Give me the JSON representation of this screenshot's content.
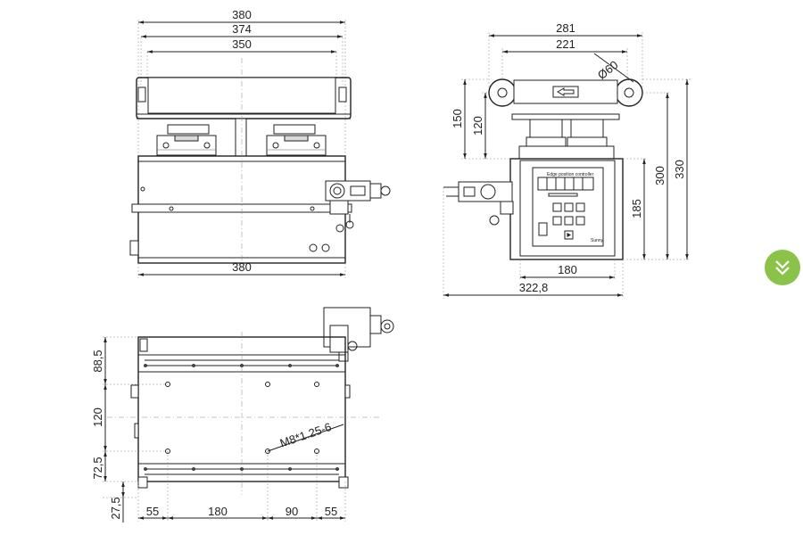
{
  "front_view": {
    "dim_top_overall": "380",
    "dim_top_inner": "374",
    "dim_top_roller": "350",
    "dim_bottom": "380"
  },
  "side_view": {
    "dim_top_overall": "281",
    "dim_top_inner": "221",
    "dim_diameter": "Ø60",
    "dim_height_150": "150",
    "dim_height_120": "120",
    "dim_height_185": "185",
    "dim_height_300": "300",
    "dim_height_330": "330",
    "dim_width_180": "180",
    "dim_width_overall": "322,8",
    "panel_title": "Edge position controller",
    "panel_brand": "Sunny"
  },
  "top_view": {
    "dim_left_88": "88,5",
    "dim_left_120": "120",
    "dim_left_72": "72,5",
    "dim_left_27": "27,5",
    "dim_bottom_55a": "55",
    "dim_bottom_180": "180",
    "dim_bottom_90": "90",
    "dim_bottom_55b": "55",
    "thread_label": "M8*1.25-6"
  },
  "colors": {
    "accent": "#8bc34a"
  },
  "icons": {
    "nav": "double-chevron-down-icon"
  }
}
